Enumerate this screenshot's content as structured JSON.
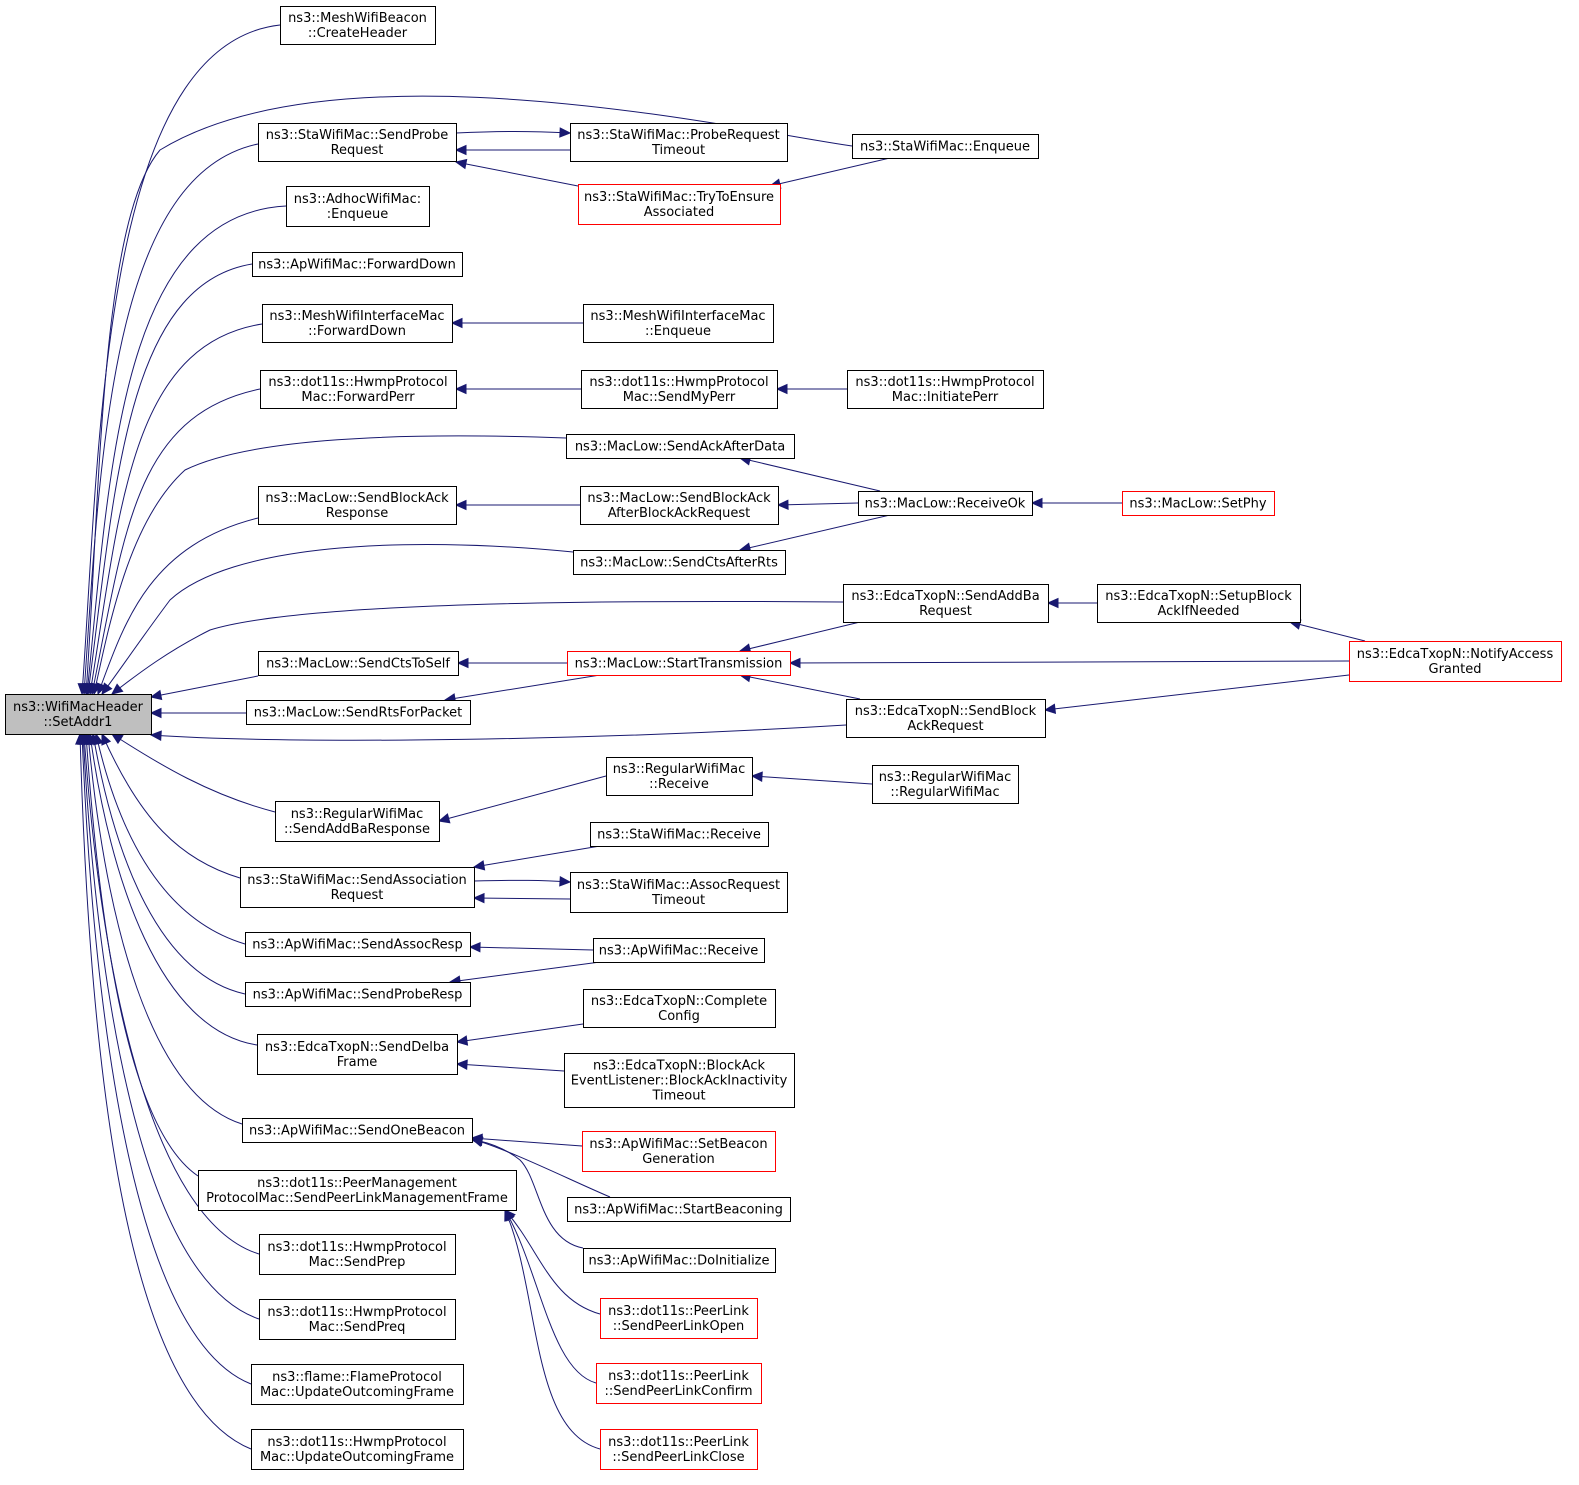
{
  "graph": {
    "title": "",
    "colors": {
      "edge": "#191970",
      "focus_fill": "#bfbfbf",
      "node_border": "#000000",
      "truncated_border": "#ff0000"
    },
    "nodes": [
      {
        "id": "n0",
        "lines": [
          "ns3::WifiMacHeader",
          "::SetAddr1"
        ],
        "focus": true
      },
      {
        "id": "n1",
        "lines": [
          "ns3::MeshWifiBeacon",
          "::CreateHeader"
        ]
      },
      {
        "id": "n2",
        "lines": [
          "ns3::StaWifiMac::SendProbe",
          "Request"
        ]
      },
      {
        "id": "n3",
        "lines": [
          "ns3::StaWifiMac::ProbeRequest",
          "Timeout"
        ]
      },
      {
        "id": "n4",
        "lines": [
          "ns3::StaWifiMac::Enqueue"
        ]
      },
      {
        "id": "n5",
        "lines": [
          "ns3::StaWifiMac::TryToEnsure",
          "Associated"
        ],
        "truncated": true
      },
      {
        "id": "n6",
        "lines": [
          "ns3::AdhocWifiMac:",
          ":Enqueue"
        ]
      },
      {
        "id": "n7",
        "lines": [
          "ns3::ApWifiMac::ForwardDown"
        ]
      },
      {
        "id": "n8",
        "lines": [
          "ns3::MeshWifiInterfaceMac",
          "::ForwardDown"
        ]
      },
      {
        "id": "n9",
        "lines": [
          "ns3::MeshWifiInterfaceMac",
          "::Enqueue"
        ]
      },
      {
        "id": "n10",
        "lines": [
          "ns3::dot11s::HwmpProtocol",
          "Mac::ForwardPerr"
        ]
      },
      {
        "id": "n11",
        "lines": [
          "ns3::dot11s::HwmpProtocol",
          "Mac::SendMyPerr"
        ]
      },
      {
        "id": "n12",
        "lines": [
          "ns3::dot11s::HwmpProtocol",
          "Mac::InitiatePerr"
        ]
      },
      {
        "id": "n13",
        "lines": [
          "ns3::MacLow::SendAckAfterData"
        ]
      },
      {
        "id": "n14",
        "lines": [
          "ns3::MacLow::SendBlockAck",
          "Response"
        ]
      },
      {
        "id": "n15",
        "lines": [
          "ns3::MacLow::SendBlockAck",
          "AfterBlockAckRequest"
        ]
      },
      {
        "id": "n16",
        "lines": [
          "ns3::MacLow::ReceiveOk"
        ]
      },
      {
        "id": "n17",
        "lines": [
          "ns3::MacLow::SetPhy"
        ],
        "truncated": true
      },
      {
        "id": "n18",
        "lines": [
          "ns3::MacLow::SendCtsAfterRts"
        ]
      },
      {
        "id": "n19",
        "lines": [
          "ns3::EdcaTxopN::SendAddBa",
          "Request"
        ]
      },
      {
        "id": "n20",
        "lines": [
          "ns3::EdcaTxopN::SetupBlock",
          "AckIfNeeded"
        ]
      },
      {
        "id": "n21",
        "lines": [
          "ns3::EdcaTxopN::NotifyAccess",
          "Granted"
        ],
        "truncated": true
      },
      {
        "id": "n22",
        "lines": [
          "ns3::MacLow::SendCtsToSelf"
        ]
      },
      {
        "id": "n23",
        "lines": [
          "ns3::MacLow::StartTransmission"
        ],
        "truncated": true
      },
      {
        "id": "n24",
        "lines": [
          "ns3::MacLow::SendRtsForPacket"
        ]
      },
      {
        "id": "n25",
        "lines": [
          "ns3::EdcaTxopN::SendBlock",
          "AckRequest"
        ]
      },
      {
        "id": "n26",
        "lines": [
          "ns3::RegularWifiMac",
          "::Receive"
        ]
      },
      {
        "id": "n27",
        "lines": [
          "ns3::RegularWifiMac",
          "::RegularWifiMac"
        ]
      },
      {
        "id": "n28",
        "lines": [
          "ns3::RegularWifiMac",
          "::SendAddBaResponse"
        ]
      },
      {
        "id": "n29",
        "lines": [
          "ns3::StaWifiMac::Receive"
        ]
      },
      {
        "id": "n30",
        "lines": [
          "ns3::StaWifiMac::SendAssociation",
          "Request"
        ]
      },
      {
        "id": "n31",
        "lines": [
          "ns3::StaWifiMac::AssocRequest",
          "Timeout"
        ]
      },
      {
        "id": "n32",
        "lines": [
          "ns3::ApWifiMac::SendAssocResp"
        ]
      },
      {
        "id": "n33",
        "lines": [
          "ns3::ApWifiMac::Receive"
        ]
      },
      {
        "id": "n34",
        "lines": [
          "ns3::ApWifiMac::SendProbeResp"
        ]
      },
      {
        "id": "n35",
        "lines": [
          "ns3::EdcaTxopN::Complete",
          "Config"
        ]
      },
      {
        "id": "n36",
        "lines": [
          "ns3::EdcaTxopN::SendDelba",
          "Frame"
        ]
      },
      {
        "id": "n37",
        "lines": [
          "ns3::EdcaTxopN::BlockAck",
          "EventListener::BlockAckInactivity",
          "Timeout"
        ]
      },
      {
        "id": "n38",
        "lines": [
          "ns3::ApWifiMac::SendOneBeacon"
        ]
      },
      {
        "id": "n39",
        "lines": [
          "ns3::ApWifiMac::SetBeacon",
          "Generation"
        ],
        "truncated": true
      },
      {
        "id": "n40",
        "lines": [
          "ns3::dot11s::PeerManagement",
          "ProtocolMac::SendPeerLinkManagementFrame"
        ]
      },
      {
        "id": "n41",
        "lines": [
          "ns3::ApWifiMac::StartBeaconing"
        ]
      },
      {
        "id": "n42",
        "lines": [
          "ns3::ApWifiMac::DoInitialize"
        ]
      },
      {
        "id": "n43",
        "lines": [
          "ns3::dot11s::HwmpProtocol",
          "Mac::SendPrep"
        ]
      },
      {
        "id": "n44",
        "lines": [
          "ns3::dot11s::PeerLink",
          "::SendPeerLinkOpen"
        ],
        "truncated": true
      },
      {
        "id": "n45",
        "lines": [
          "ns3::dot11s::HwmpProtocol",
          "Mac::SendPreq"
        ]
      },
      {
        "id": "n46",
        "lines": [
          "ns3::dot11s::PeerLink",
          "::SendPeerLinkConfirm"
        ],
        "truncated": true
      },
      {
        "id": "n47",
        "lines": [
          "ns3::flame::FlameProtocol",
          "Mac::UpdateOutcomingFrame"
        ]
      },
      {
        "id": "n48",
        "lines": [
          "ns3::dot11s::PeerLink",
          "::SendPeerLinkClose"
        ],
        "truncated": true
      },
      {
        "id": "n49",
        "lines": [
          "ns3::dot11s::HwmpProtocol",
          "Mac::UpdateOutcomingFrame"
        ]
      }
    ],
    "edges": [
      [
        "n1",
        "n0"
      ],
      [
        "n2",
        "n0"
      ],
      [
        "n4",
        "n0"
      ],
      [
        "n6",
        "n0"
      ],
      [
        "n7",
        "n0"
      ],
      [
        "n8",
        "n0"
      ],
      [
        "n10",
        "n0"
      ],
      [
        "n13",
        "n0"
      ],
      [
        "n14",
        "n0"
      ],
      [
        "n18",
        "n0"
      ],
      [
        "n19",
        "n0"
      ],
      [
        "n22",
        "n0"
      ],
      [
        "n24",
        "n0"
      ],
      [
        "n25",
        "n0"
      ],
      [
        "n28",
        "n0"
      ],
      [
        "n30",
        "n0"
      ],
      [
        "n32",
        "n0"
      ],
      [
        "n34",
        "n0"
      ],
      [
        "n36",
        "n0"
      ],
      [
        "n38",
        "n0"
      ],
      [
        "n40",
        "n0"
      ],
      [
        "n43",
        "n0"
      ],
      [
        "n45",
        "n0"
      ],
      [
        "n47",
        "n0"
      ],
      [
        "n49",
        "n0"
      ],
      [
        "n3",
        "n2"
      ],
      [
        "n5",
        "n2"
      ],
      [
        "n2",
        "n3"
      ],
      [
        "n4",
        "n5"
      ],
      [
        "n9",
        "n8"
      ],
      [
        "n11",
        "n10"
      ],
      [
        "n12",
        "n11"
      ],
      [
        "n16",
        "n13"
      ],
      [
        "n15",
        "n14"
      ],
      [
        "n16",
        "n15"
      ],
      [
        "n17",
        "n16"
      ],
      [
        "n16",
        "n18"
      ],
      [
        "n20",
        "n19"
      ],
      [
        "n21",
        "n20"
      ],
      [
        "n23",
        "n22"
      ],
      [
        "n23",
        "n24"
      ],
      [
        "n19",
        "n23"
      ],
      [
        "n21",
        "n23"
      ],
      [
        "n25",
        "n23"
      ],
      [
        "n21",
        "n25"
      ],
      [
        "n26",
        "n28"
      ],
      [
        "n27",
        "n26"
      ],
      [
        "n29",
        "n30"
      ],
      [
        "n31",
        "n30"
      ],
      [
        "n30",
        "n31"
      ],
      [
        "n33",
        "n32"
      ],
      [
        "n33",
        "n34"
      ],
      [
        "n35",
        "n36"
      ],
      [
        "n37",
        "n36"
      ],
      [
        "n39",
        "n38"
      ],
      [
        "n41",
        "n38"
      ],
      [
        "n42",
        "n38"
      ],
      [
        "n44",
        "n40"
      ],
      [
        "n46",
        "n40"
      ],
      [
        "n48",
        "n40"
      ]
    ]
  }
}
